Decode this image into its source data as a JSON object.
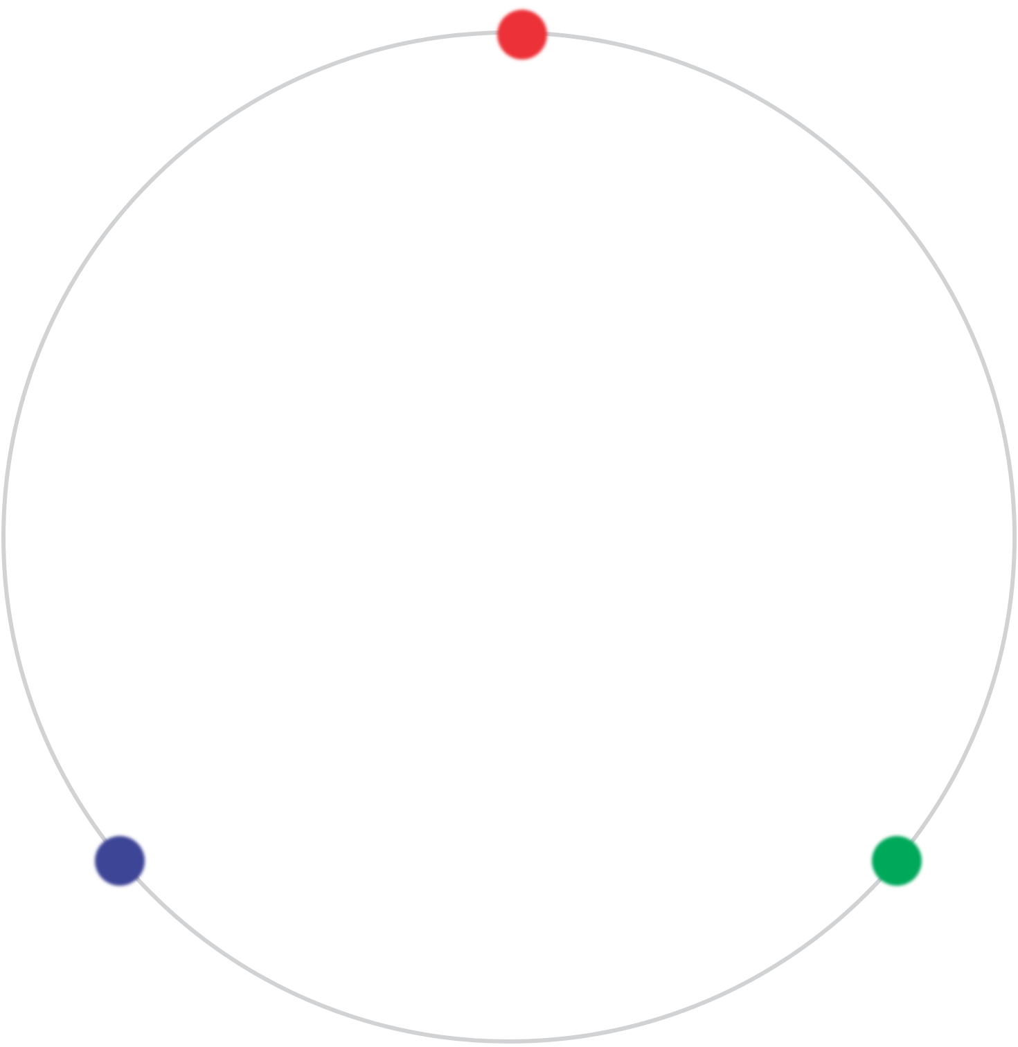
{
  "ring": {
    "color": "#d1d2d4"
  },
  "dots": [
    {
      "name": "red-dot",
      "color": "#ec3237"
    },
    {
      "name": "blue-dot",
      "color": "#3c4496"
    },
    {
      "name": "green-dot",
      "color": "#00a85a"
    }
  ]
}
